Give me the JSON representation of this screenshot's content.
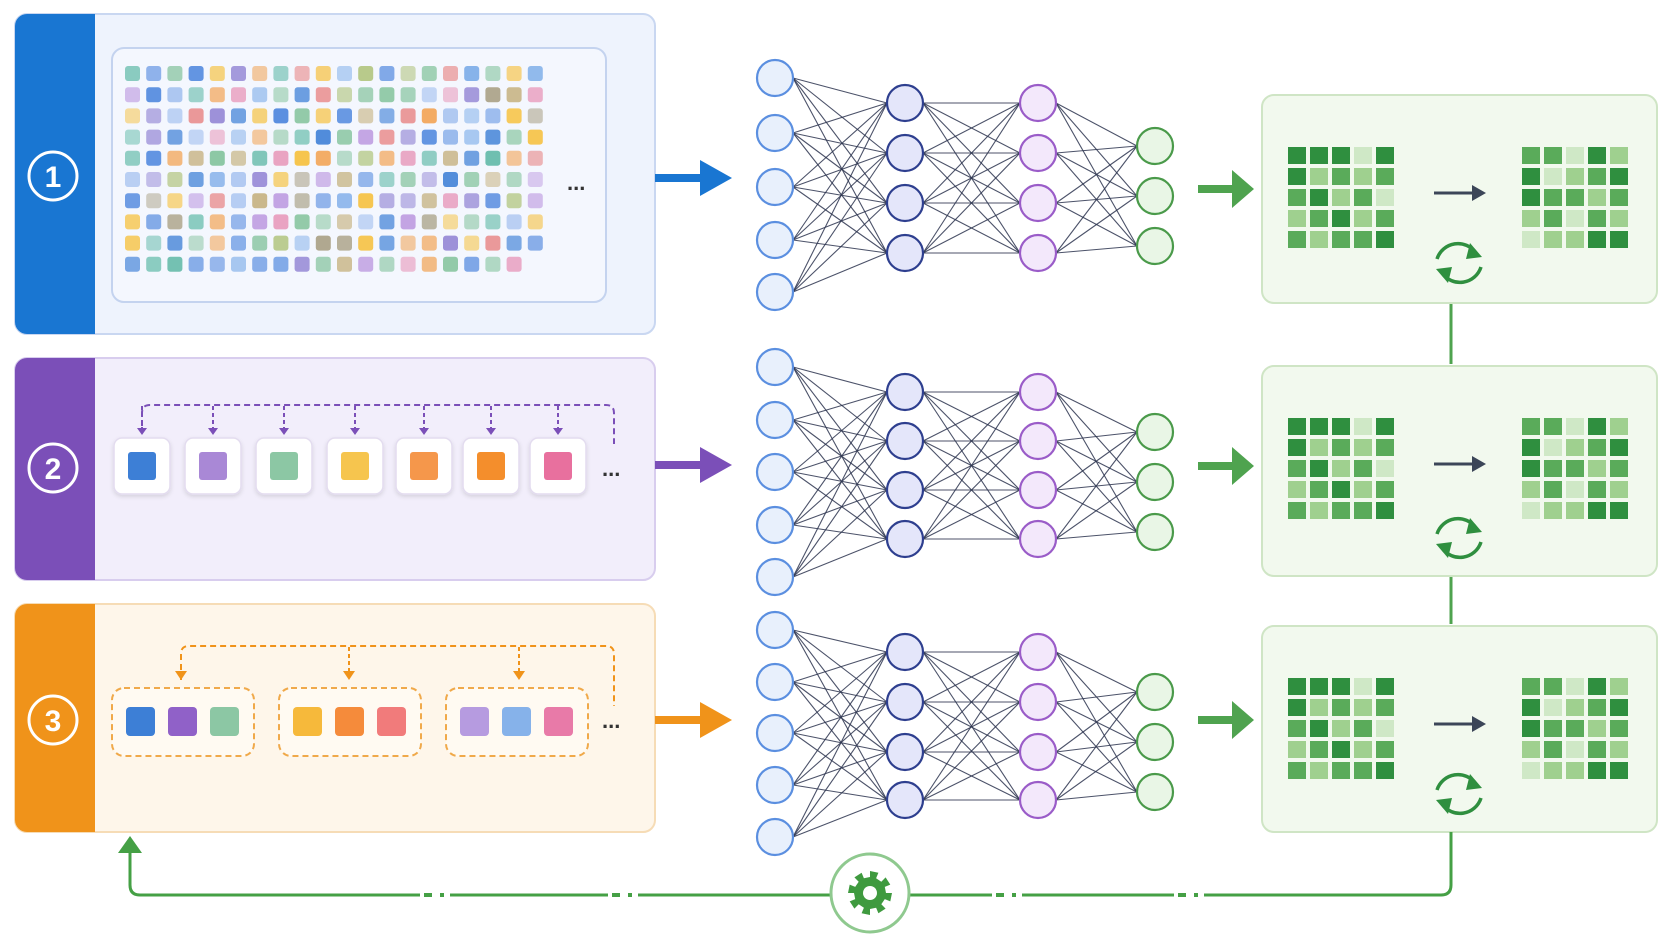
{
  "panels": [
    {
      "number": "1",
      "accent": "#1976d2",
      "background": "#eef3fd",
      "border": "#c9d7f1",
      "ellipsis": "..."
    },
    {
      "number": "2",
      "accent": "#7b4fb8",
      "background": "#f2eefb",
      "border": "#d8cdee",
      "ellipsis": "..."
    },
    {
      "number": "3",
      "accent": "#f0931a",
      "background": "#fef6ea",
      "border": "#f6dcb6",
      "ellipsis": "..."
    }
  ],
  "panel2_items": [
    {
      "color": "#3d7fd6",
      "icon": "square"
    },
    {
      "color": "#a988d6",
      "icon": "square"
    },
    {
      "color": "#8cc7a4",
      "icon": "square"
    },
    {
      "color": "#f6c54e",
      "icon": "square"
    },
    {
      "color": "#f5974b",
      "icon": "square"
    },
    {
      "color": "#f48e2c",
      "icon": "square"
    },
    {
      "color": "#e8709e",
      "icon": "square"
    }
  ],
  "panel3_groups": [
    {
      "colors": [
        "#3d7fd6",
        "#9061c8",
        "#8cc7a4"
      ]
    },
    {
      "colors": [
        "#f6b93b",
        "#f58b3b",
        "#f17b7b"
      ]
    },
    {
      "colors": [
        "#b69be0",
        "#86b2ea",
        "#e87aa8"
      ]
    }
  ],
  "grid_palette": [
    "#3d7fd6",
    "#5b8fe0",
    "#86b2ea",
    "#a9c4f0",
    "#9b8fd8",
    "#c2a3e3",
    "#8cc7a4",
    "#6fbfb0",
    "#f6c54e",
    "#f2a65a",
    "#e88b8b",
    "#e8a0c0",
    "#b0a890",
    "#c9b78a",
    "#b7c98a"
  ],
  "network": {
    "layer_colors": {
      "input": "#5b8fe0",
      "hidden1": "#2e3f8f",
      "hidden2": "#9a5cc8",
      "output": "#4a9a4a"
    },
    "layer_fills": {
      "input": "#e8f0fc",
      "hidden1": "#e4e6fa",
      "hidden2": "#f3e8fb",
      "output": "#e9f6e6"
    },
    "edge_color": "#2d3550"
  },
  "result_panels": [
    {
      "id": "top"
    },
    {
      "id": "middle"
    },
    {
      "id": "bottom"
    }
  ],
  "result_colors": {
    "dark": "#2f8f3f",
    "mid": "#5aab5a",
    "light": "#9fd08f",
    "pale": "#cfe8c6",
    "panel_bg": "#f2f9ee",
    "panel_border": "#cfe5c5"
  },
  "feedback": {
    "line_color": "#45a045",
    "icon": "gear-icon"
  },
  "icons": {
    "arrow": "arrow-right-icon",
    "cycle": "refresh-cycle-icon",
    "gear": "gear-icon",
    "up_arrow": "arrow-up-icon"
  }
}
